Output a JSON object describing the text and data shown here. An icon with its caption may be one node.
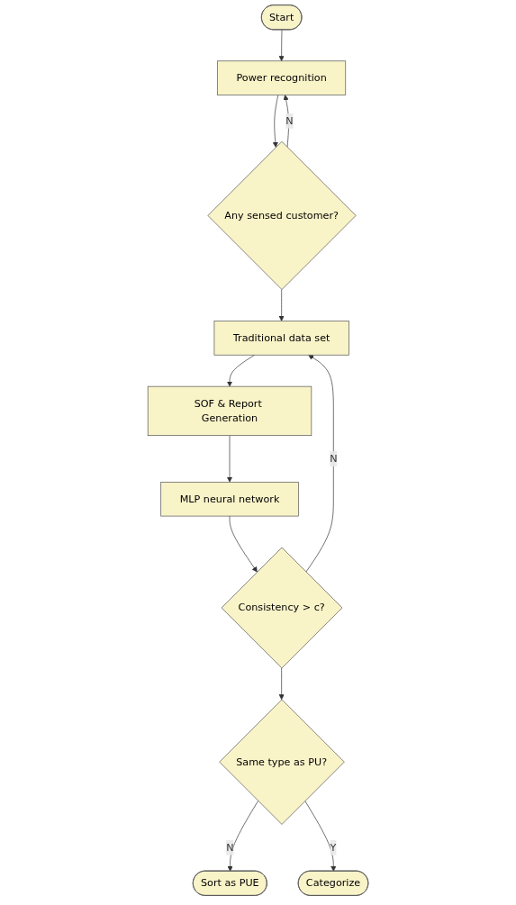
{
  "diagram": {
    "nodes": [
      {
        "text": [
          "Start"
        ]
      },
      {
        "text": [
          "Power recognition"
        ]
      },
      {
        "text": [
          "Any sensed customer?"
        ]
      },
      {
        "text": [
          "Traditional data set"
        ]
      },
      {
        "text": [
          "SOF & Report Generation"
        ]
      },
      {
        "text": [
          "MLP neural network"
        ]
      },
      {
        "text": [
          "Consistency > c?"
        ]
      },
      {
        "text": [
          "Same type as PU?"
        ]
      },
      {
        "text": [
          "Sort as PUE"
        ]
      },
      {
        "text": [
          "Categorize"
        ]
      }
    ],
    "edges": [
      {
        "from": 0,
        "to": 1,
        "arrow": "to"
      },
      {
        "from": 1,
        "to": 2,
        "arrow": "to"
      },
      {
        "from": 2,
        "to": 1,
        "arrow": "to",
        "label": "N"
      },
      {
        "from": 2,
        "to": 3,
        "arrow": "to"
      },
      {
        "from": 3,
        "to": 4,
        "arrow": "to"
      },
      {
        "from": 4,
        "to": 5,
        "arrow": "to"
      },
      {
        "from": 5,
        "to": 6,
        "arrow": "to"
      },
      {
        "from": 6,
        "to": 3,
        "arrow": "to",
        "label": "N"
      },
      {
        "from": 6,
        "to": 7,
        "arrow": "to"
      },
      {
        "from": 7,
        "to": 8,
        "arrow": "to",
        "label": "N"
      },
      {
        "from": 7,
        "to": 9,
        "arrow": "to",
        "label": "Y"
      }
    ]
  }
}
